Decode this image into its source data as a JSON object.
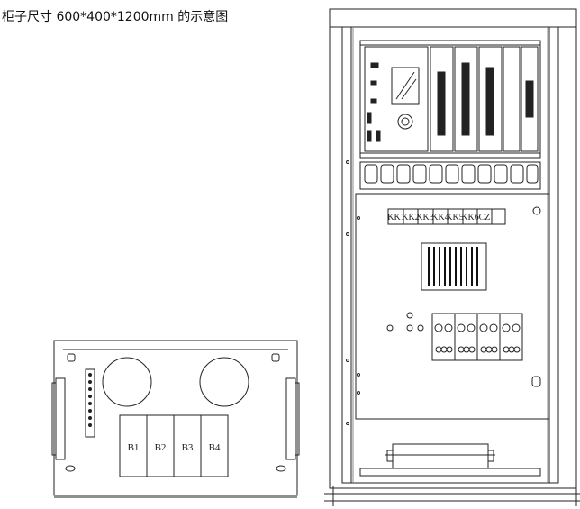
{
  "caption": "柜子尺寸 600*400*1200mm 的示意图",
  "base_view": {
    "breakers": [
      "B1",
      "B2",
      "B3",
      "B4"
    ]
  },
  "front_view": {
    "switch_labels": [
      "KK1",
      "KK2",
      "KK3",
      "KK4",
      "KK5",
      "KK6",
      "CZ"
    ]
  }
}
